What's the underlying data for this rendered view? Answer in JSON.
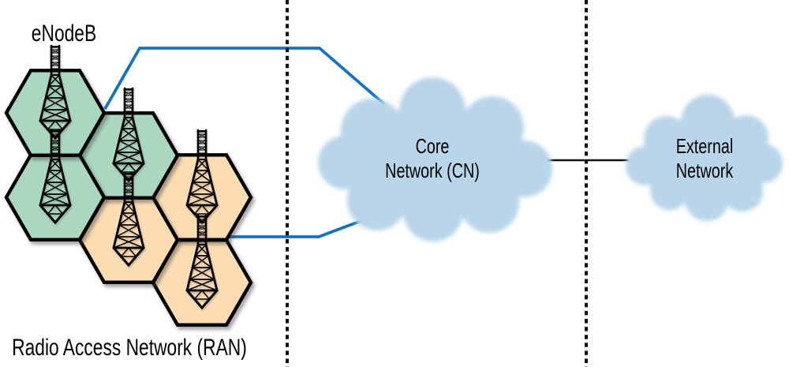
{
  "labels": {
    "enodeb": "eNodeB",
    "ran": "Radio Access Network (RAN)",
    "core_line1": "Core",
    "core_line2": "Network (CN)",
    "external_line1": "External",
    "external_line2": "Network"
  },
  "colors": {
    "hex_green": "#aad7c0",
    "hex_orange": "#fcddb2",
    "cloud_blue": "#b8d5e9",
    "link_blue": "#1273c5",
    "line_black": "#111111"
  }
}
